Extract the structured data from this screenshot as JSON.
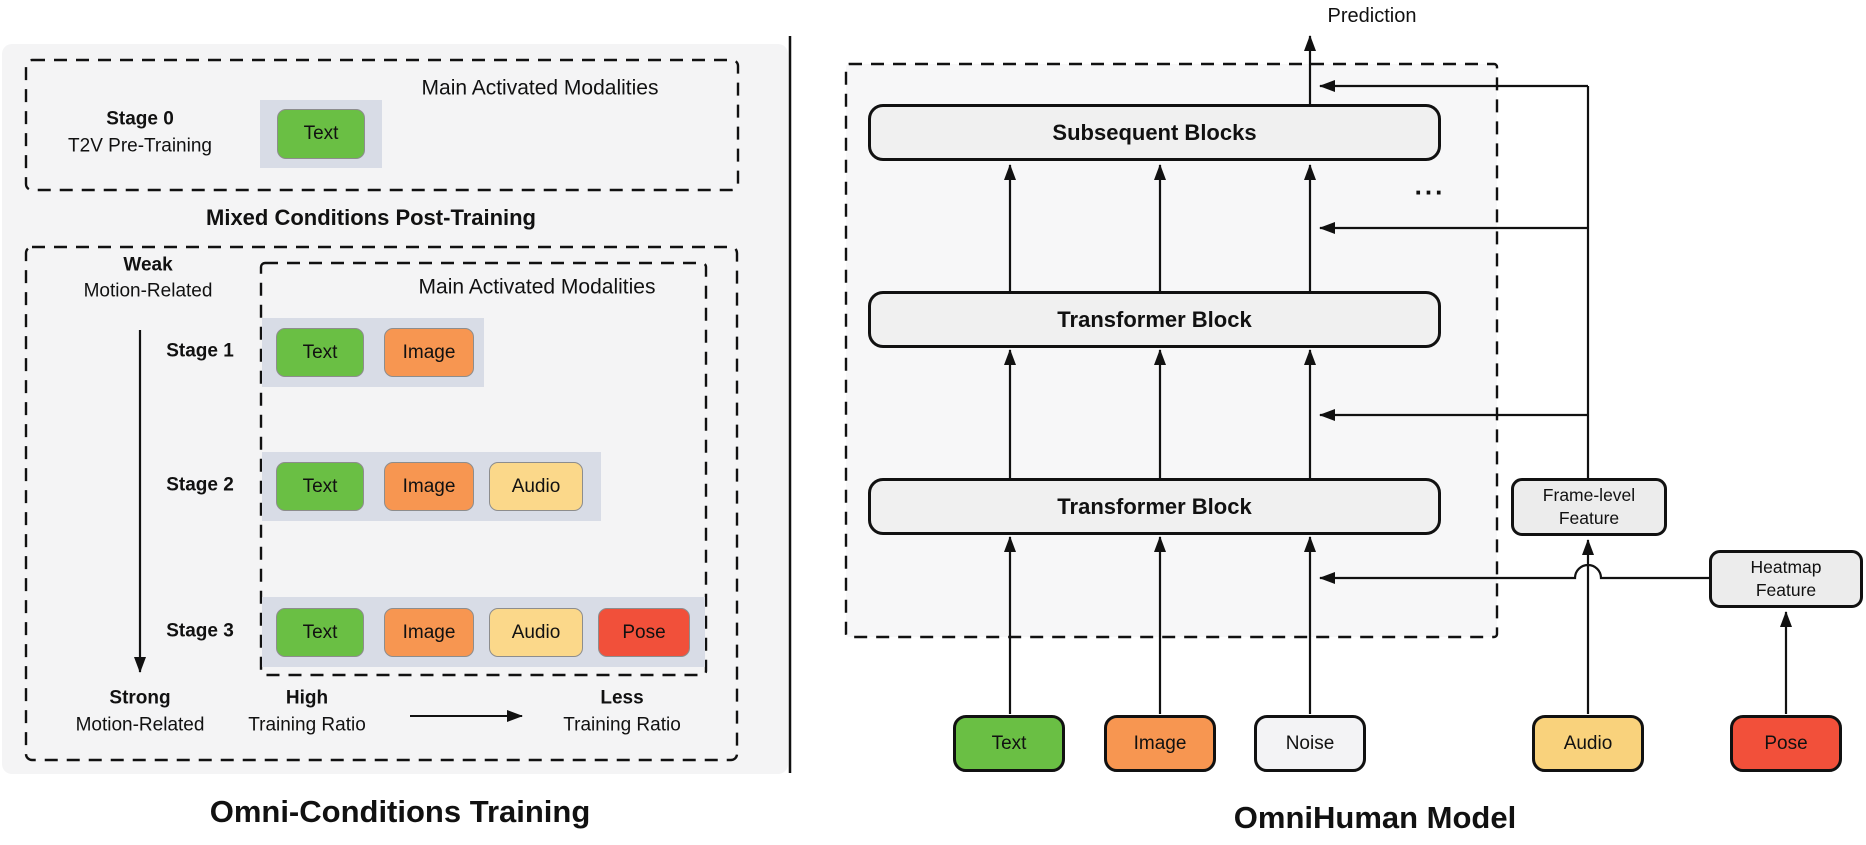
{
  "left": {
    "title": "Omni-Conditions Training",
    "stage0_box": {
      "heading": "Main Activated Modalities",
      "stage_label": "Stage 0",
      "stage_sublabel": "T2V Pre-Training",
      "chip": {
        "label": "Text",
        "color": "#6abf44"
      }
    },
    "post_title": "Mixed Conditions Post-Training",
    "axis": {
      "weak": "Weak",
      "weak_sub": "Motion-Related",
      "strong": "Strong",
      "strong_sub": "Motion-Related",
      "high": "High",
      "high_sub": "Training Ratio",
      "less": "Less",
      "less_sub": "Training Ratio"
    },
    "inner_heading": "Main Activated Modalities",
    "stages": [
      {
        "name": "Stage 1",
        "chips": [
          {
            "label": "Text",
            "color": "#6abf44"
          },
          {
            "label": "Image",
            "color": "#f79651"
          }
        ]
      },
      {
        "name": "Stage 2",
        "chips": [
          {
            "label": "Text",
            "color": "#6abf44"
          },
          {
            "label": "Image",
            "color": "#f79651"
          },
          {
            "label": "Audio",
            "color": "#fbd88a"
          }
        ]
      },
      {
        "name": "Stage 3",
        "chips": [
          {
            "label": "Text",
            "color": "#6abf44"
          },
          {
            "label": "Image",
            "color": "#f79651"
          },
          {
            "label": "Audio",
            "color": "#fbd88a"
          },
          {
            "label": "Pose",
            "color": "#f1503a"
          }
        ]
      }
    ]
  },
  "right": {
    "title": "OmniHuman Model",
    "prediction_label": "Prediction",
    "blocks": [
      {
        "label": "Subsequent Blocks"
      },
      {
        "label": "Transformer Block"
      },
      {
        "label": "Transformer Block"
      }
    ],
    "ellipsis": "...",
    "frame_feature": {
      "line1": "Frame-level",
      "line2": "Feature"
    },
    "heatmap_feature": {
      "line1": "Heatmap",
      "line2": "Feature"
    },
    "inputs": [
      {
        "label": "Text",
        "color": "#6abf44"
      },
      {
        "label": "Image",
        "color": "#f79651"
      },
      {
        "label": "Noise",
        "color": "#f3f3f5"
      },
      {
        "label": "Audio",
        "color": "#f9d27c"
      },
      {
        "label": "Pose",
        "color": "#f2503a"
      }
    ]
  }
}
